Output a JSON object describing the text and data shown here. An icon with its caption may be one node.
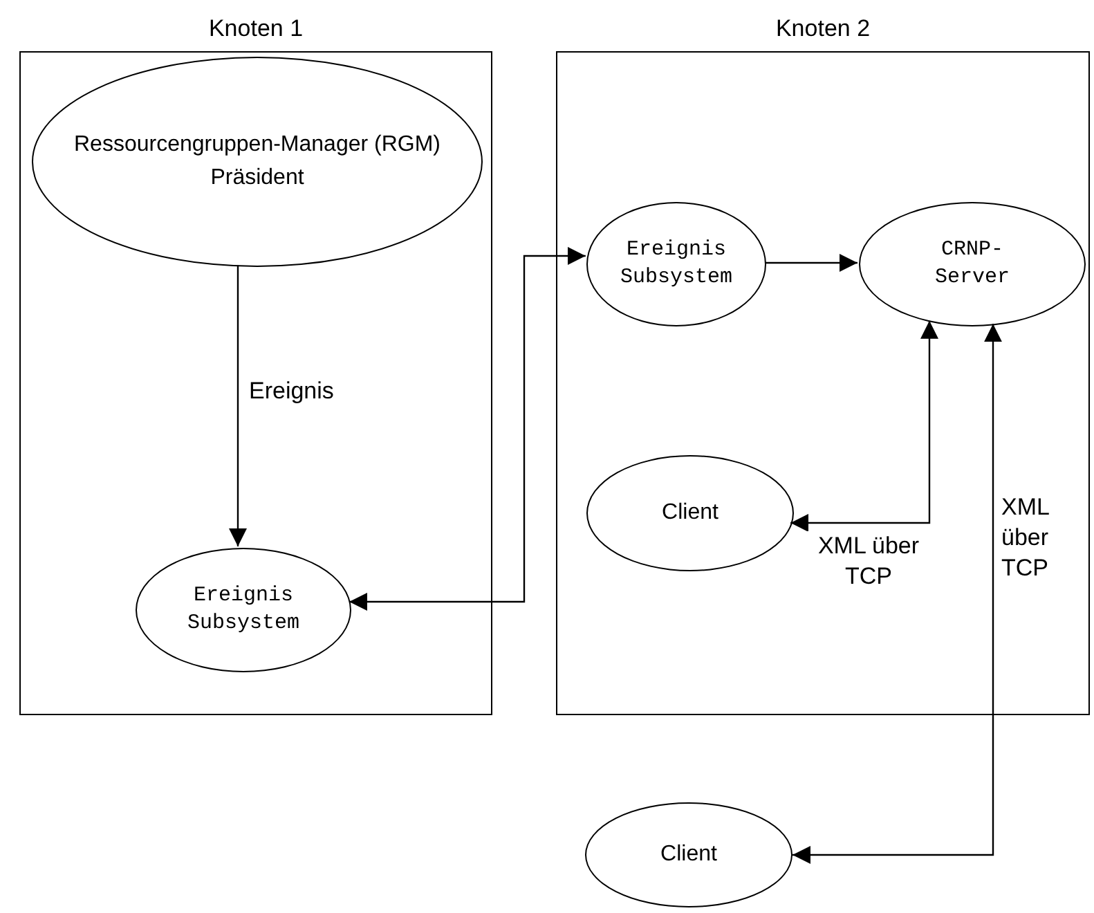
{
  "diagram": {
    "nodes": [
      {
        "text": [
          "Knoten 1"
        ]
      },
      {
        "text": [
          "Ressourcengruppen-Manager (RGM) Präsident"
        ],
        "in": 0
      },
      {
        "text": [
          "Ereignis Subsystem"
        ],
        "in": 0
      },
      {
        "text": [
          "Knoten 2"
        ]
      },
      {
        "text": [
          "Ereignis Subsystem"
        ],
        "in": 3
      },
      {
        "text": [
          "CRNP-Server"
        ],
        "in": 3
      },
      {
        "text": [
          "Client"
        ],
        "in": 3
      },
      {
        "text": [
          "Client"
        ]
      }
    ],
    "edges": [
      {
        "from": 1,
        "to": 2,
        "arrow": "to",
        "label": "Ereignis"
      },
      {
        "from": 2,
        "to": 4,
        "arrow": "both"
      },
      {
        "from": 4,
        "to": 5,
        "arrow": "to"
      },
      {
        "from": 6,
        "to": 5,
        "arrow": "both",
        "label": "XML über TCP"
      },
      {
        "from": 7,
        "to": 5,
        "arrow": "both",
        "label": "XML über TCP"
      }
    ]
  }
}
